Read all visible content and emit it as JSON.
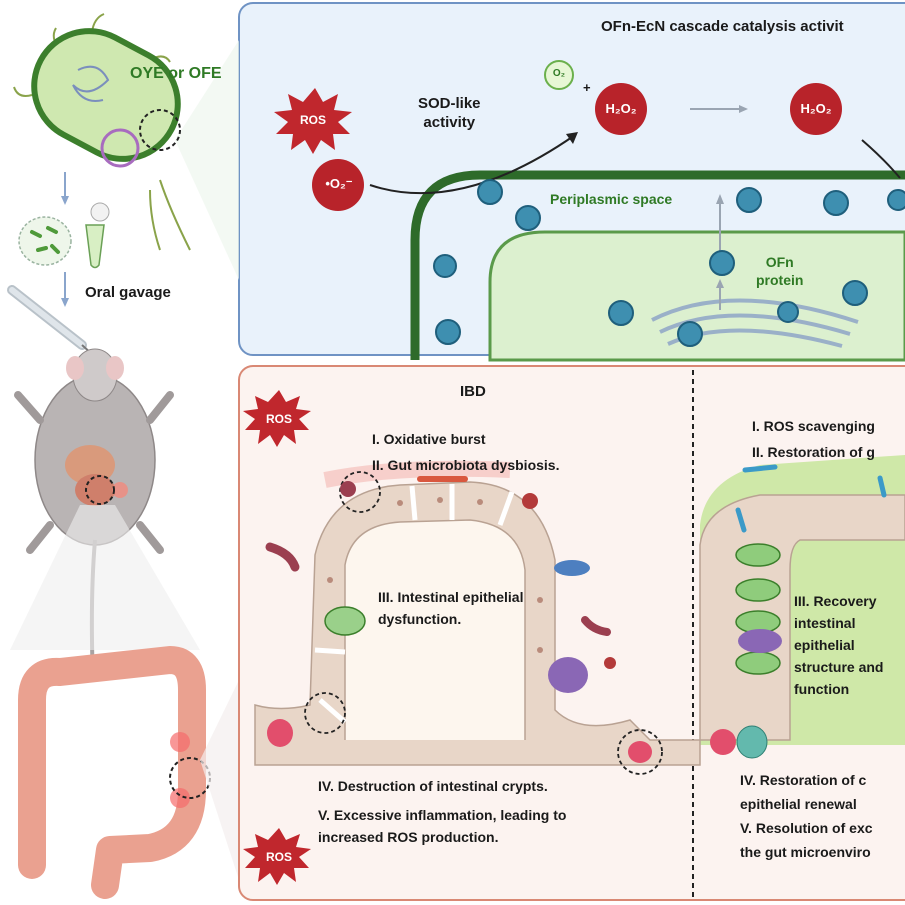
{
  "left": {
    "strain_label": "OYE or OFE",
    "gavage_label": "Oral gavage"
  },
  "top_panel": {
    "title": "OFn-EcN  cascade catalysis activit",
    "sod_label_line1": "SOD-like",
    "sod_label_line2": "activity",
    "ros_label": "ROS",
    "superoxide": "•O₂⁻",
    "oxygen": "O₂",
    "plus": "+",
    "h2o2_a": "H₂O₂",
    "h2o2_b": "H₂O₂",
    "periplasmic_label": "Periplasmic space",
    "protein_line1": "OFn",
    "protein_line2": "protein"
  },
  "bottom_panel": {
    "ibd_title": "IBD",
    "ros_top": "ROS",
    "ros_bottom": "ROS",
    "ibd_items": {
      "i": "I.  Oxidative burst",
      "ii": "II. Gut microbiota dysbiosis.",
      "iii_line1": "III. Intestinal epithelial",
      "iii_line2": "dysfunction.",
      "iv": "IV. Destruction of intestinal crypts.",
      "v_line1": "V. Excessive inflammation, leading to",
      "v_line2": "increased ROS production."
    },
    "treated_items": {
      "i": "I. ROS scavenging",
      "ii": "II. Restoration of g",
      "iii_line1": "III. Recovery",
      "iii_line2": "intestinal",
      "iii_line3": "epithelial",
      "iii_line4": "structure and",
      "iii_line5": "function",
      "iv_line1": "IV. Restoration of c",
      "iv_line2": "epithelial renewal",
      "v_line1": "V. Resolution of exc",
      "v_line2": "the gut microenviro"
    }
  },
  "colors": {
    "top_panel_bg": "#e9f2fb",
    "top_panel_border": "#6f93c4",
    "bottom_panel_bg": "#fcf3f0",
    "bottom_panel_border": "#d98874",
    "ros_red": "#c0272d",
    "molecule_red": "#b8232a",
    "membrane_green": "#2e6b2a",
    "cytoplasm_green": "#dcf0cf",
    "tissue_beige": "#e8d6c8",
    "colon_pink": "#eaa190"
  }
}
